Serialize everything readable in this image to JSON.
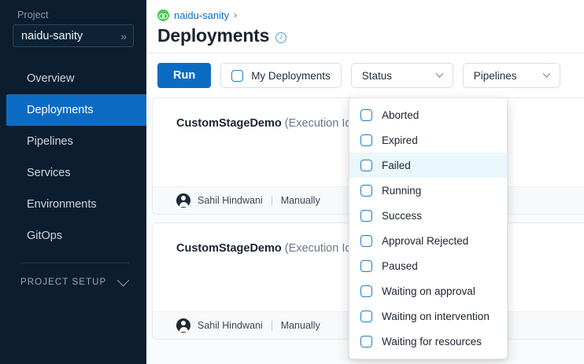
{
  "sidebar": {
    "project_label": "Project",
    "project_name": "naidu-sanity",
    "expand_icon": "»",
    "items": [
      {
        "label": "Overview",
        "active": false
      },
      {
        "label": "Deployments",
        "active": true
      },
      {
        "label": "Pipelines",
        "active": false
      },
      {
        "label": "Services",
        "active": false
      },
      {
        "label": "Environments",
        "active": false
      },
      {
        "label": "GitOps",
        "active": false
      }
    ],
    "section_label": "PROJECT SETUP"
  },
  "header": {
    "breadcrumb_project": "naidu-sanity",
    "breadcrumb_separator": "›",
    "title": "Deployments"
  },
  "toolbar": {
    "run_label": "Run",
    "my_deployments_label": "My Deployments",
    "status_label": "Status",
    "pipelines_label": "Pipelines"
  },
  "status_menu": {
    "items": [
      {
        "label": "Aborted",
        "checked": false,
        "hovered": false
      },
      {
        "label": "Expired",
        "checked": false,
        "hovered": false
      },
      {
        "label": "Failed",
        "checked": false,
        "hovered": true
      },
      {
        "label": "Running",
        "checked": false,
        "hovered": false
      },
      {
        "label": "Success",
        "checked": false,
        "hovered": false
      },
      {
        "label": "Approval Rejected",
        "checked": false,
        "hovered": false
      },
      {
        "label": "Paused",
        "checked": false,
        "hovered": false
      },
      {
        "label": "Waiting on approval",
        "checked": false,
        "hovered": false
      },
      {
        "label": "Waiting on intervention",
        "checked": false,
        "hovered": false
      },
      {
        "label": "Waiting for resources",
        "checked": false,
        "hovered": false
      }
    ]
  },
  "deployments": [
    {
      "name": "CustomStageDemo",
      "detail": "(Execution Id",
      "user": "Sahil Hindwani",
      "trigger": "Manually"
    },
    {
      "name": "CustomStageDemo",
      "detail": "(Execution Id",
      "user": "Sahil Hindwani",
      "trigger": "Manually"
    }
  ],
  "colors": {
    "sidebar_bg": "#0b1d2e",
    "accent_blue": "#0b6bc3",
    "hover_blue": "#eaf7fd",
    "project_green": "#4dc952",
    "page_bg": "#fafbfc"
  }
}
